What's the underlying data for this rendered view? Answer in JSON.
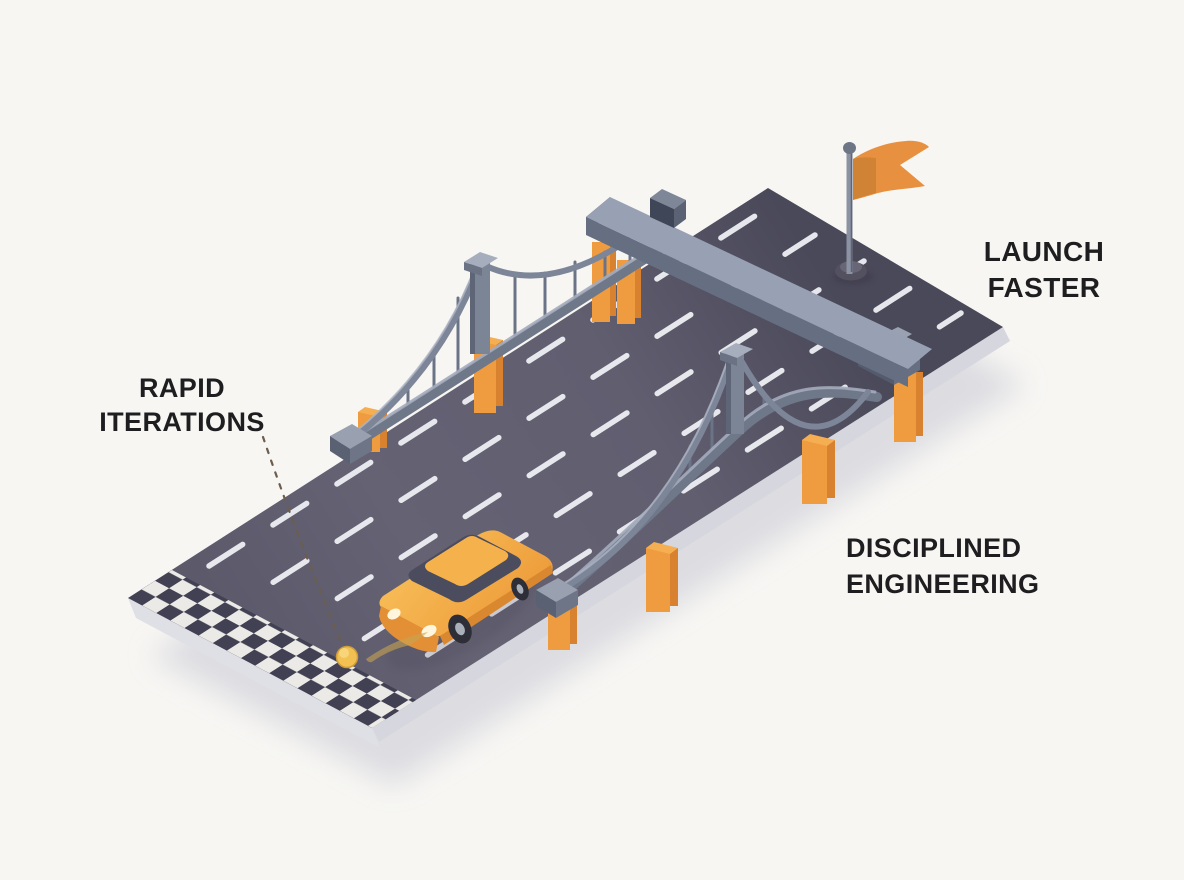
{
  "scene": {
    "description": "Isometric illustration of an elevated highway bridge: checkered start line, orange race car, suspension guardrails, overpass beam and a goal flag",
    "labels": {
      "rapid_iterations": {
        "line1": "RAPID",
        "line2": "ITERATIONS"
      },
      "launch_faster": {
        "line1": "LAUNCH",
        "line2": "FASTER"
      },
      "disciplined_engineering": {
        "line1": "DISCIPLINED",
        "line2": "ENGINEERING"
      }
    },
    "colors": {
      "background": "#f7f6f3",
      "road": "#615f70",
      "road_far": "#4a4959",
      "lane_dash": "#eef0f4",
      "checker_dark": "#414153",
      "checker_light": "#eceae6",
      "deck_side": "#dfdfe6",
      "shadow": "#cfcfd8",
      "pillar_orange": "#ef9c40",
      "pillar_orange_dark": "#d8822f",
      "structure_gray": "#7c8596",
      "structure_gray_dark": "#565e70",
      "beam_top": "#98a1b3",
      "car_body": "#f3a844",
      "car_body_dark": "#e28f35",
      "car_roof": "#f5b14c",
      "car_window": "#4b4c5e",
      "wheel": "#2e2e38",
      "flag_orange": "#e79140",
      "flag_pole": "#8b92a2",
      "annotation_dot": "#f2c152",
      "annotation_line": "#6b5d4f",
      "text": "#1e1e20"
    },
    "elements": [
      "road-deck",
      "finish-line",
      "lane-markings",
      "left-guardrail",
      "right-guardrail",
      "overpass-beam",
      "support-pillars",
      "goal-flag",
      "race-car",
      "annotation-dot"
    ]
  }
}
